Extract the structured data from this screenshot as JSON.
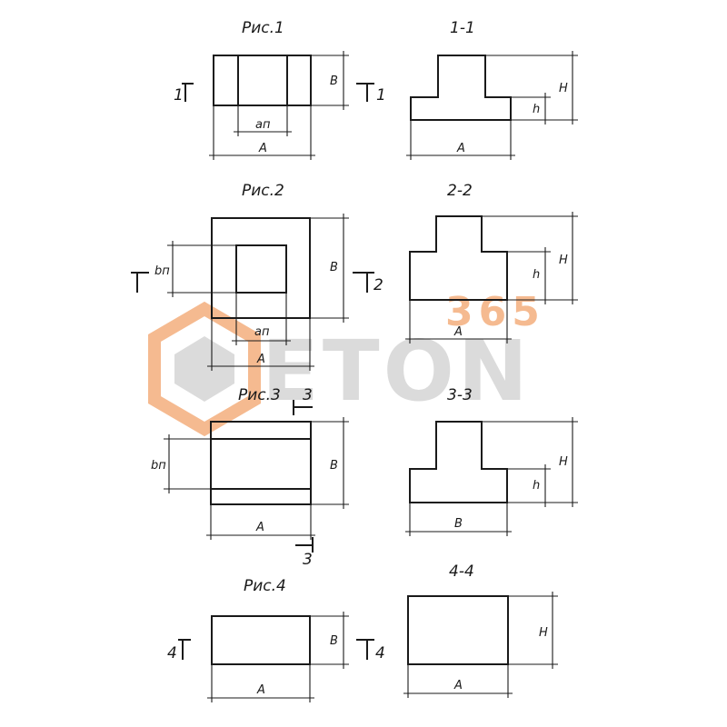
{
  "figures": [
    {
      "title": "Рис.1",
      "section_title": "1-1",
      "cut_label": "1",
      "dims": {
        "A": "A",
        "B": "B",
        "an": "aп",
        "H": "H",
        "h": "h"
      }
    },
    {
      "title": "Рис.2",
      "section_title": "2-2",
      "cut_label": "2",
      "dims": {
        "A": "A",
        "B": "B",
        "an": "aп",
        "bn": "bп",
        "H": "H",
        "h": "h"
      }
    },
    {
      "title": "Рис.3",
      "section_title": "3-3",
      "cut_label": "3",
      "dims": {
        "A": "A",
        "B": "B",
        "bn": "bп",
        "H": "H",
        "h": "h",
        "secB": "B"
      }
    },
    {
      "title": "Рис.4",
      "section_title": "4-4",
      "cut_label": "4",
      "dims": {
        "A": "A",
        "B": "B",
        "H": "H",
        "secA": "A"
      }
    }
  ],
  "watermark": {
    "brand": "ETON",
    "number": "365",
    "colors": {
      "orange": "#f2a36b",
      "gray": "#d0d0d0"
    }
  }
}
